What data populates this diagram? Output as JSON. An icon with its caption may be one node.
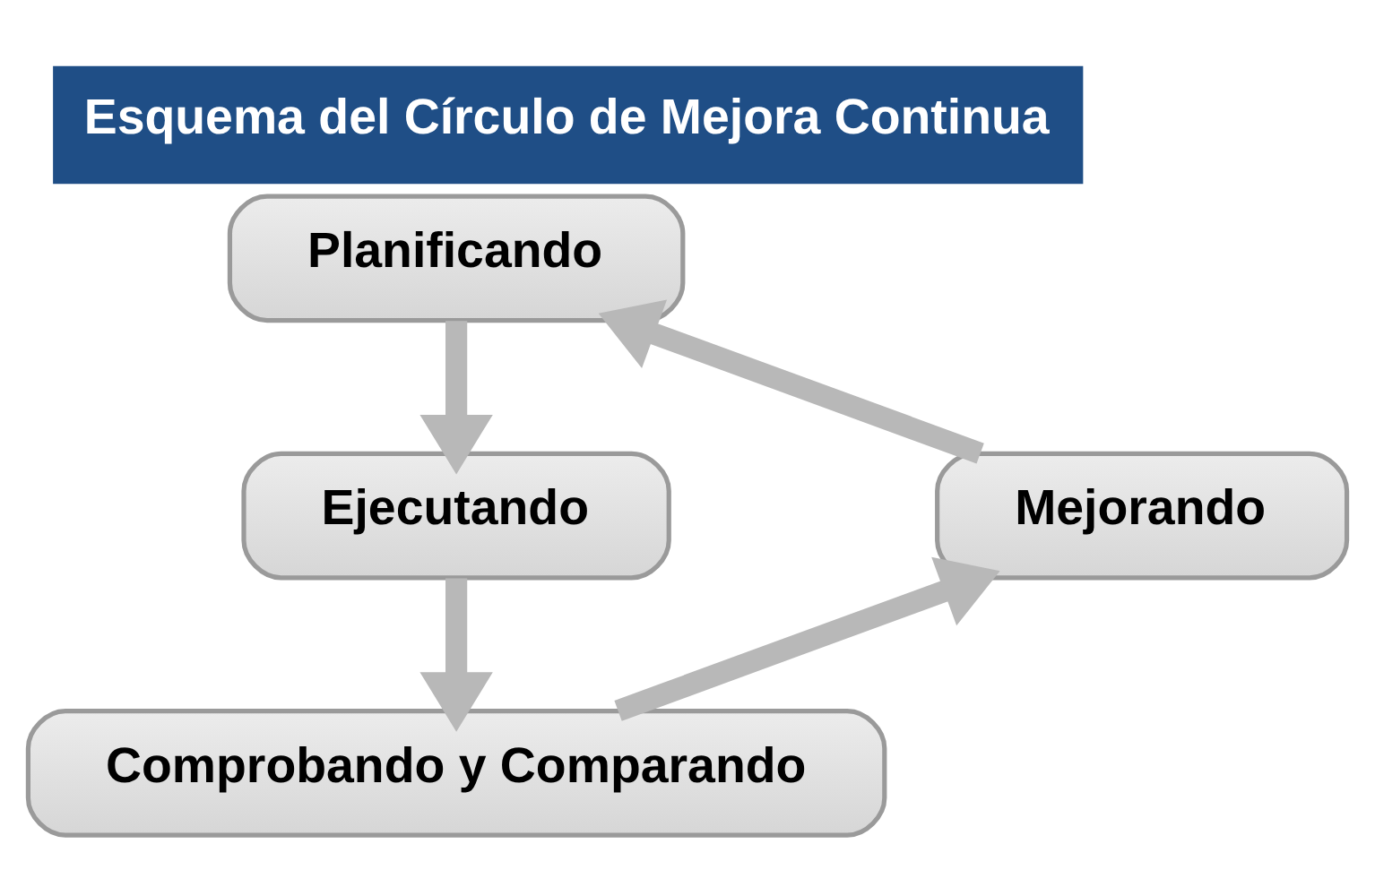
{
  "diagram": {
    "title": "Esquema del Círculo de Mejora Continua",
    "nodes": [
      {
        "text": [
          "Planificando"
        ]
      },
      {
        "text": [
          "Ejecutando"
        ]
      },
      {
        "text": [
          "Comprobando y Comparando"
        ]
      },
      {
        "text": [
          "Mejorando"
        ]
      }
    ],
    "edges": [
      {
        "from": 0,
        "to": 1,
        "arrow": "to"
      },
      {
        "from": 1,
        "to": 2,
        "arrow": "to"
      },
      {
        "from": 2,
        "to": 3,
        "arrow": "to"
      },
      {
        "from": 3,
        "to": 0,
        "arrow": "to"
      }
    ]
  }
}
